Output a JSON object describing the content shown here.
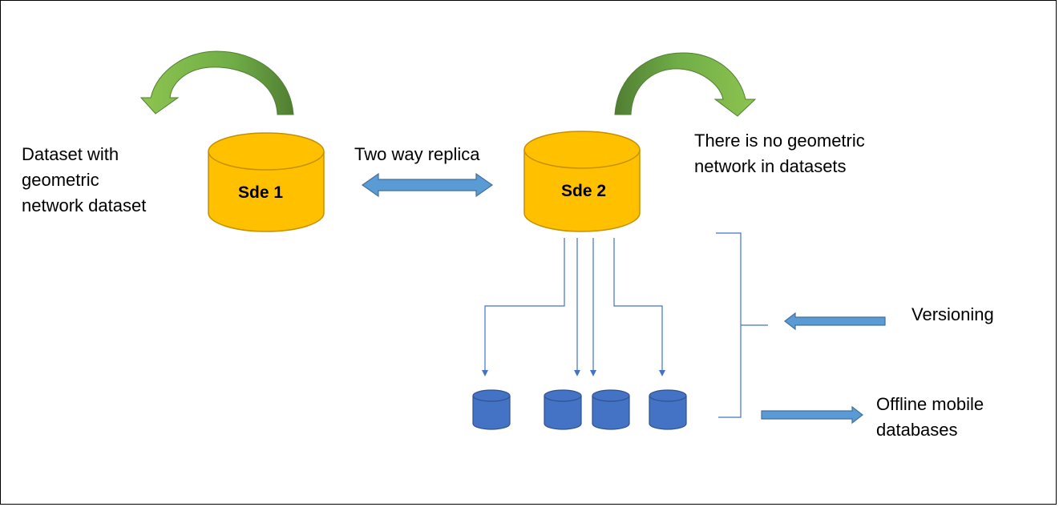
{
  "diagram": {
    "nodes": {
      "sde1": {
        "label": "Sde 1"
      },
      "sde2": {
        "label": "Sde 2"
      },
      "mobile_databases": {
        "count": 4
      }
    },
    "annotations": {
      "sde1_description": "Dataset with\ngeometric\nnetwork dataset",
      "replica": "Two way replica",
      "sde2_description": "There is no geometric\nnetwork in datasets",
      "versioning": "Versioning",
      "offline": "Offline mobile\ndatabases"
    },
    "colors": {
      "server_db": "#ffc000",
      "server_db_outline": "#b8860b",
      "mobile_db": "#4472c4",
      "mobile_db_outline": "#2f528f",
      "arrow": "#5b9bd5",
      "arrow_outline": "#41719c",
      "curve_arrow": "#70ad47",
      "curve_arrow_dark": "#548235",
      "connector": "#4472c4"
    }
  }
}
